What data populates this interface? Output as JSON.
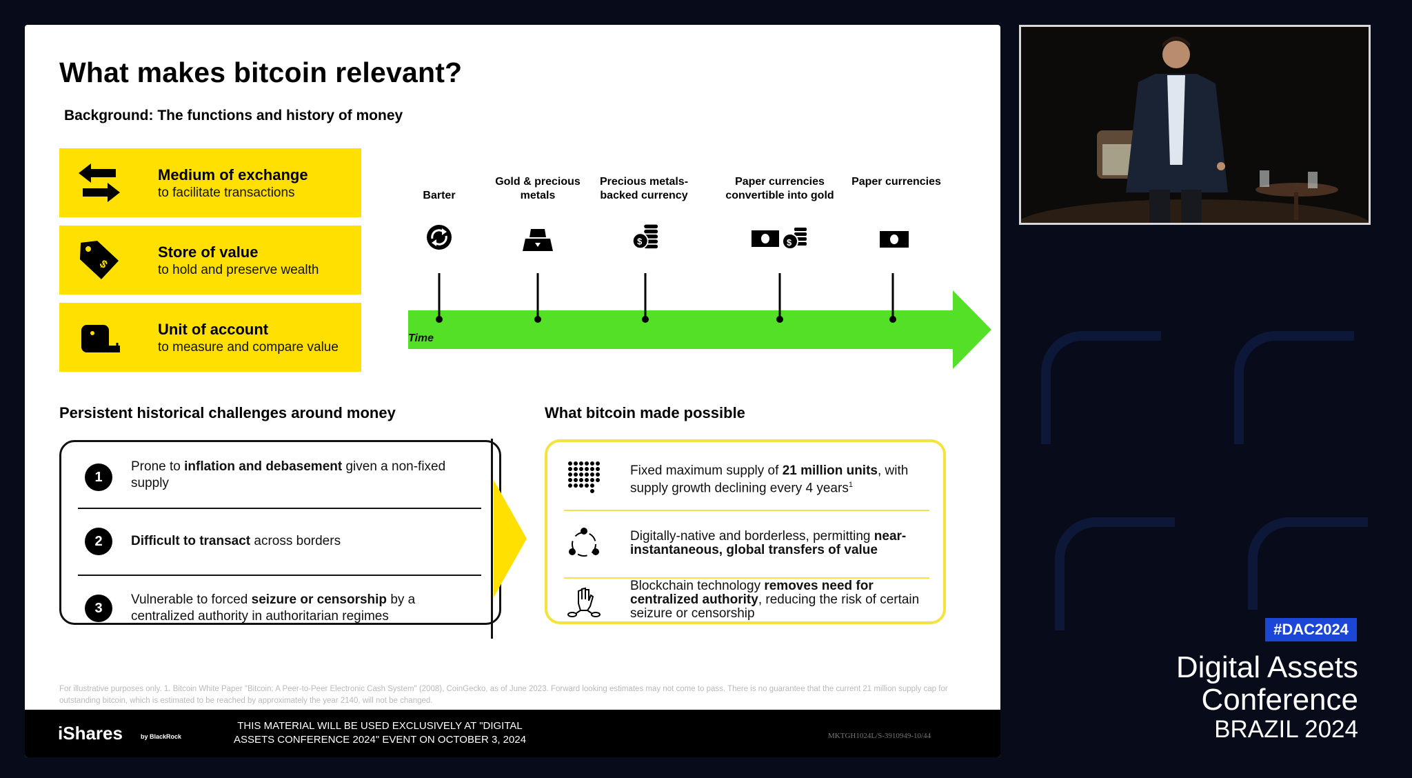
{
  "slide": {
    "title": "What makes bitcoin relevant?",
    "subtitle": "Background: The functions and history of money",
    "functions": [
      {
        "title": "Medium of exchange",
        "desc": "to facilitate transactions",
        "icon": "exchange-arrows-icon"
      },
      {
        "title": "Store of value",
        "desc": "to hold and preserve wealth",
        "icon": "price-tag-icon"
      },
      {
        "title": "Unit of account",
        "desc": "to measure and compare value",
        "icon": "tape-measure-icon"
      }
    ],
    "timeline": {
      "axis_label": "Time",
      "arrow_color": "#55e028",
      "stages": [
        {
          "label": "Barter",
          "icon": "barter-cycle-icon"
        },
        {
          "label": "Gold & precious metals",
          "icon": "gold-bar-icon"
        },
        {
          "label": "Precious metals-backed currency",
          "icon": "coins-stack-icon"
        },
        {
          "label": "Paper currencies convertible into gold",
          "icon": "banknote-and-coins-icon"
        },
        {
          "label": "Paper currencies",
          "icon": "banknote-icon"
        }
      ]
    },
    "challenges": {
      "title": "Persistent historical challenges around money",
      "items": [
        {
          "num": "1",
          "pre": "Prone to ",
          "bold": "inflation and debasement",
          "post": " given a non-fixed supply"
        },
        {
          "num": "2",
          "pre": "",
          "bold": "Difficult to transact",
          "post": " across borders"
        },
        {
          "num": "3",
          "pre": "Vulnerable to forced ",
          "bold": "seizure or censorship",
          "post": " by a centralized authority in authoritarian regimes"
        }
      ]
    },
    "possible": {
      "title": "What bitcoin made possible",
      "items": [
        {
          "icon": "dot-grid-icon",
          "pre": "Fixed maximum supply of ",
          "bold": "21 million units",
          "post": ", with supply growth declining every 4 years",
          "sup": "1"
        },
        {
          "icon": "network-cycle-icon",
          "pre": "Digitally-native and borderless, permitting ",
          "bold": "near-instantaneous, global transfers of value",
          "post": "",
          "sup": ""
        },
        {
          "icon": "raised-fist-broken-chain-icon",
          "pre": "Blockchain technology ",
          "bold": "removes need for centralized authority",
          "post": ", reducing the risk of certain seizure or censorship",
          "sup": ""
        }
      ]
    },
    "footnote": "For illustrative purposes only. 1. Bitcoin White Paper \"Bitcoin: A Peer-to-Peer Electronic Cash System\" (2008), CoinGecko, as of June 2023. Forward looking estimates may not come to pass. There is no guarantee that the current 21 million supply cap for outstanding bitcoin, which is estimated to be reached by approximately the year 2140, will not be changed.",
    "footer": {
      "brand": "iShares",
      "brand_sub": "by BlackRock",
      "disclaimer": "THIS MATERIAL WILL BE USED EXCLUSIVELY AT \"DIGITAL ASSETS CONFERENCE 2024\" EVENT ON OCTOBER 3, 2024",
      "code": "MKTGH1024L/S-3910949-10/44"
    }
  },
  "event": {
    "hashtag": "#DAC2024",
    "name_line1": "Digital Assets",
    "name_line2": "Conference",
    "location": "BRAZIL 2024"
  },
  "colors": {
    "yellow": "#ffe000",
    "green": "#55e028",
    "tag_blue": "#1b46d6",
    "background": "#070b1a"
  }
}
